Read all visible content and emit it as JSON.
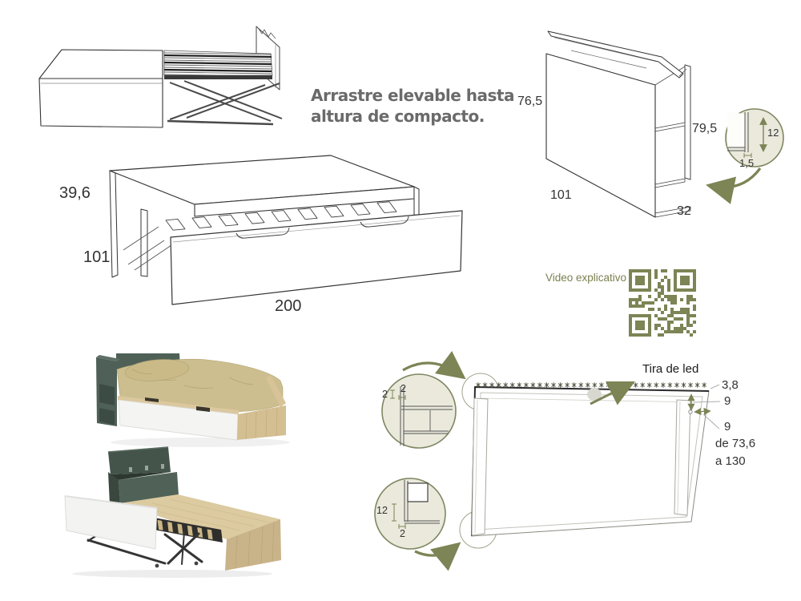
{
  "colors": {
    "olive": "#7d8455",
    "text_dark": "#333333",
    "gray_text": "#6a6a6a",
    "detail_circle_fill": "#eae9dc",
    "furniture_green": "#506257",
    "wood": "#dccaa0",
    "mattress": "#ccbe8e"
  },
  "caption": {
    "line1": "Arrastre elevable hasta",
    "line2": "altura de compacto."
  },
  "compact_bed": {
    "height": "39,6",
    "width": "101",
    "length": "200"
  },
  "cabinet": {
    "front_height": "76,5",
    "back_height": "79,5",
    "width": "101",
    "depth": "32",
    "detail": {
      "inner_depth": "12",
      "thickness": "1,5"
    }
  },
  "video": {
    "label": "Video explicativo",
    "qr_icon": "qr-code"
  },
  "led_panel": {
    "label": "Tira de led",
    "strip_offset": "3,8",
    "gap_vertical": "9",
    "gap_horizontal": "9",
    "height_range_line1": "de 73,6",
    "height_range_line2": "a 130",
    "strip_icon": "sparkle-led-strip",
    "detail_top": {
      "width": "2",
      "height": "2"
    },
    "detail_bottom": {
      "depth": "12",
      "thickness": "2"
    }
  }
}
